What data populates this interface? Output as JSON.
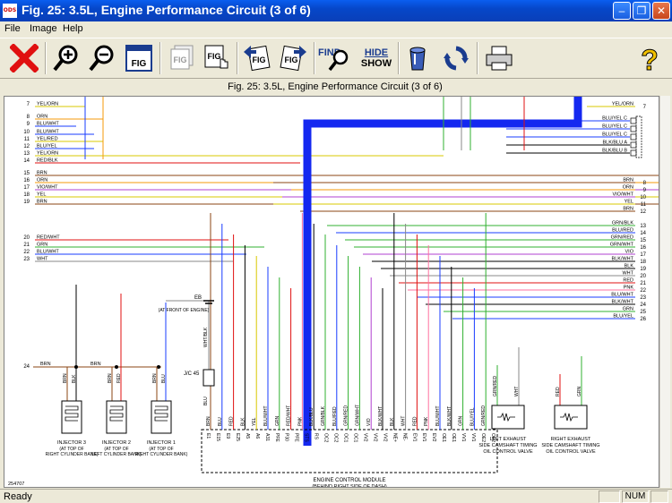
{
  "window": {
    "title": "Fig. 25: 3.5L, Engine Performance Circuit (3 of 6)",
    "app_icon_text": "ODS"
  },
  "menu": {
    "items": [
      "File",
      "Image",
      "Help"
    ]
  },
  "toolbar": {
    "hide_label": "HIDE",
    "show_label": "SHOW",
    "find_label": "FIND",
    "fig_label": "FIG"
  },
  "figure_caption": "Fig. 25: 3.5L, Engine Performance Circuit (3 of 6)",
  "status": {
    "text": "Ready",
    "num": "NUM"
  },
  "diagram": {
    "left_rows": [
      {
        "n": "7",
        "label": "YEL/ORN"
      },
      {
        "n": "8",
        "label": "ORN"
      },
      {
        "n": "9",
        "label": "BLU/WHT"
      },
      {
        "n": "10",
        "label": "BLU/WHT"
      },
      {
        "n": "11",
        "label": "YEL/RED"
      },
      {
        "n": "12",
        "label": "BLU/YEL"
      },
      {
        "n": "13",
        "label": "YEL/ORN"
      },
      {
        "n": "14",
        "label": "RED/BLK"
      },
      {
        "n": "15",
        "label": "BRN"
      },
      {
        "n": "16",
        "label": "ORN"
      },
      {
        "n": "17",
        "label": "VIO/WHT"
      },
      {
        "n": "18",
        "label": "YEL"
      },
      {
        "n": "19",
        "label": "BRN"
      },
      {
        "n": "20",
        "label": "RED/WHT"
      },
      {
        "n": "21",
        "label": "GRN"
      },
      {
        "n": "22",
        "label": "BLU/WHT"
      },
      {
        "n": "23",
        "label": "WHT"
      }
    ],
    "right_rows": [
      {
        "n": "7",
        "label": "YEL/ORN"
      },
      {
        "n": "8",
        "label": "BRN"
      },
      {
        "n": "9",
        "label": "ORN"
      },
      {
        "n": "10",
        "label": "VIO/WHT"
      },
      {
        "n": "11",
        "label": "YEL"
      },
      {
        "n": "12",
        "label": "BRN"
      },
      {
        "n": "13",
        "label": "GRN/BLK"
      },
      {
        "n": "14",
        "label": "BLU/RED"
      },
      {
        "n": "15",
        "label": "GRN/RED"
      },
      {
        "n": "16",
        "label": "GRN/WHT"
      },
      {
        "n": "17",
        "label": "VIO"
      },
      {
        "n": "18",
        "label": "BLK/WHT"
      },
      {
        "n": "19",
        "label": "BLK"
      },
      {
        "n": "20",
        "label": "WHT"
      },
      {
        "n": "21",
        "label": "RED"
      },
      {
        "n": "22",
        "label": "PNK"
      },
      {
        "n": "23",
        "label": "BLU/WHT"
      },
      {
        "n": "24",
        "label": "BLK/WHT"
      },
      {
        "n": "25",
        "label": "GRN"
      },
      {
        "n": "26",
        "label": "BLU/YEL"
      }
    ],
    "right_connector_rows": [
      "BLU/YEL",
      "BLU/YEL",
      "BLU/YEL",
      "BLK/BLU",
      "BLK/BLU"
    ],
    "right_connector_pins": [
      "C",
      "C",
      "C",
      "A",
      "B"
    ],
    "ecm_pins": [
      "E1",
      "E15",
      "E9",
      "E25",
      "A5",
      "A6",
      "A31",
      "PFE",
      "P30",
      "PFE",
      "STS",
      "RS",
      "OC2",
      "OC2",
      "OC1",
      "OC1",
      "VV2",
      "VV2",
      "VV2",
      "NE+",
      "NE-",
      "EV1",
      "EV1",
      "EV2",
      "OE1",
      "OE1",
      "VV1",
      "VV1",
      "OE2",
      "OE2"
    ],
    "ecm_wires": [
      "BRN",
      "BLU",
      "RED",
      "BLK",
      "YEL",
      "BLU/WHT",
      "GRN",
      "RED/WHT",
      "PNK",
      "BLK/BLU",
      "GRN/BLK",
      "BLU/RED",
      "GRN/RED",
      "GRN/WHT",
      "VIO",
      "BLK/WHT",
      "BLK",
      "WHT",
      "RED",
      "PNK",
      "BLU/WHT",
      "BLK/WHT",
      "GRN",
      "BLU/YEL",
      "GRN/RED"
    ],
    "ecm_label": "ENGINE CONTROL MODULE",
    "ecm_sublabel": "(BEHIND RIGHT SIDE OF DASH)",
    "left_bus": {
      "n": "24",
      "label": "BRN",
      "label2": "BRN"
    },
    "injectors": [
      {
        "name": "INJECTOR 3",
        "loc": "(AT TOP OF RIGHT CYLINDER BANK)",
        "wire_a": "BRN",
        "wire_b": "BLK"
      },
      {
        "name": "INJECTOR 2",
        "loc": "(AT TOP OF LEFT CYLINDER BANK)",
        "wire_a": "BRN",
        "wire_b": "RED"
      },
      {
        "name": "INJECTOR 1",
        "loc": "(AT TOP OF RIGHT CYLINDER BANK)",
        "wire_a": "BRN",
        "wire_b": "BLU"
      }
    ],
    "ground": {
      "name": "EB",
      "loc": "(AT FRONT OF ENGINE)",
      "wire": "WHT/BLK"
    },
    "jc": {
      "name": "J/C 45",
      "wire": "BLU"
    },
    "valves": [
      {
        "name": "LEFT EXHAUST SIDE CAMSHAFT TIMING OIL CONTROL VALVE",
        "wire_a": "GRN/RED",
        "wire_b": "WHT"
      },
      {
        "name": "RIGHT EXHAUST SIDE CAMSHAFT TIMING OIL CONTROL VALVE",
        "wire_a": "RED",
        "wire_b": "GRN"
      }
    ],
    "figure_code": "254707"
  }
}
